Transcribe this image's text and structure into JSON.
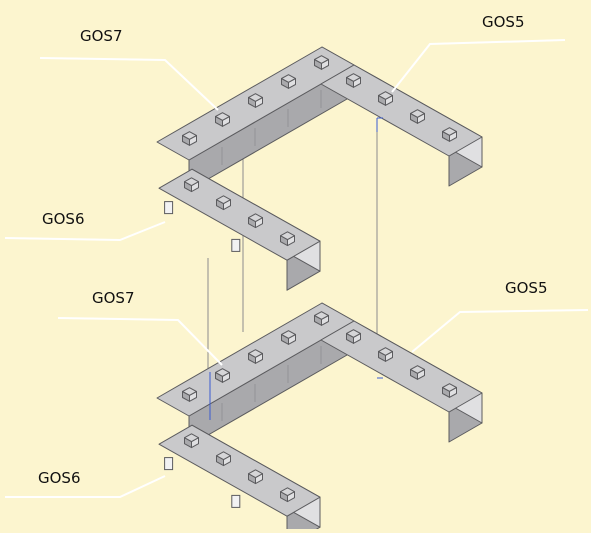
{
  "colors": {
    "background": "#fcf5cf",
    "block_top": "#c9c9cb",
    "block_left": "#a9a9ac",
    "block_right": "#e0e0e2",
    "outline": "#5b5b5e",
    "leader": "#ffffff",
    "guide": "#8c8c8c",
    "axis_tick": "#3a5bd0"
  },
  "labels": {
    "upper_gos7": "GOS7",
    "upper_gos5": "GOS5",
    "upper_gos6": "GOS6",
    "lower_gos7": "GOS7",
    "lower_gos5": "GOS5",
    "lower_gos6": "GOS6"
  }
}
